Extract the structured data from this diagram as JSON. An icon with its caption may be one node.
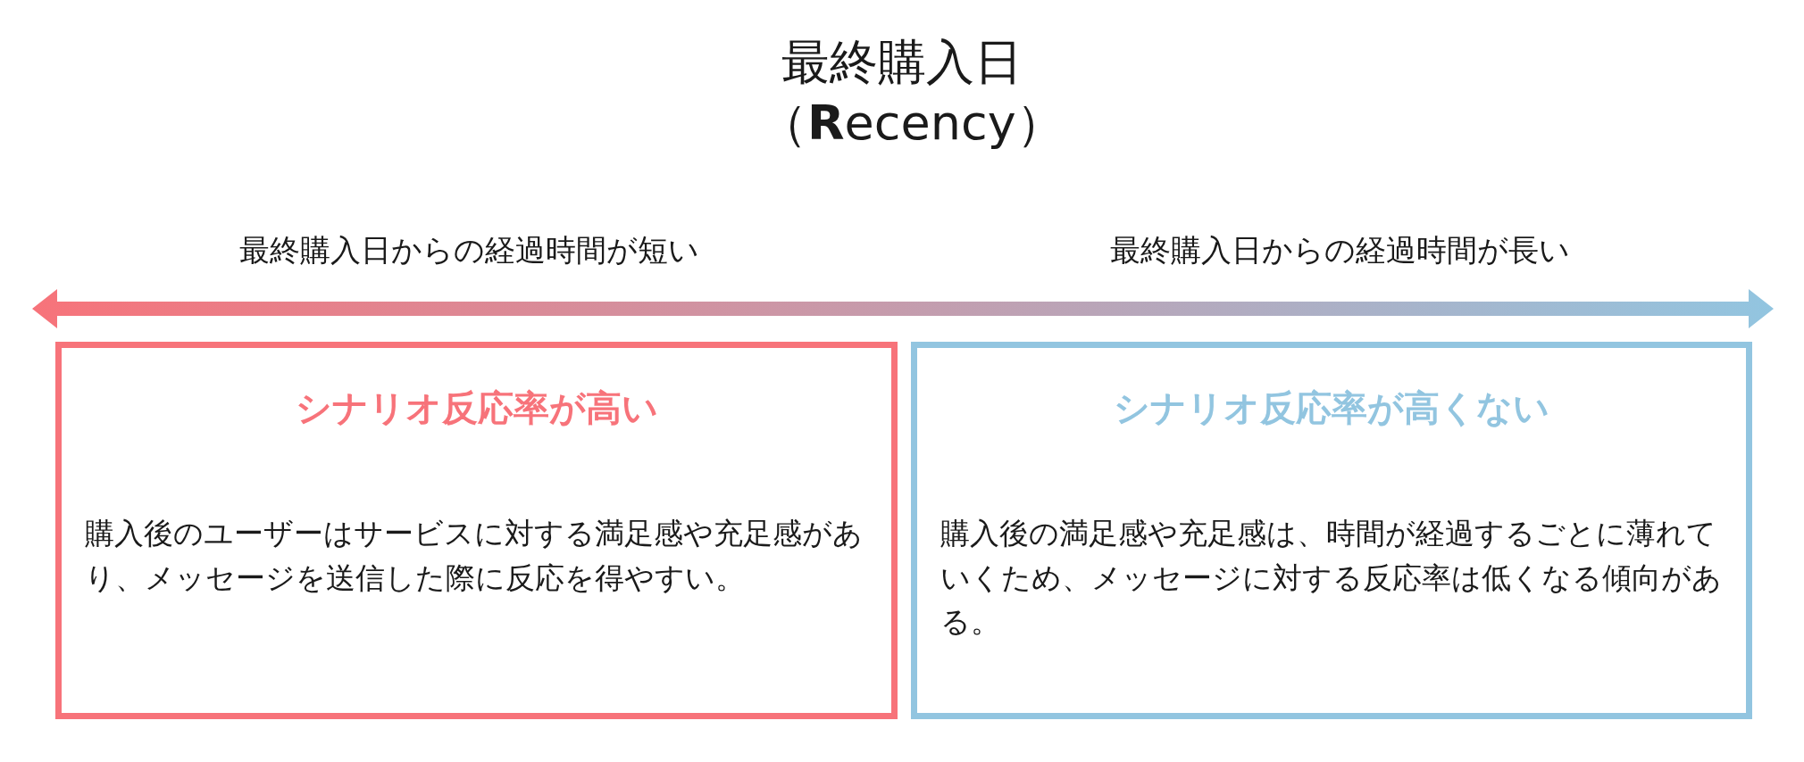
{
  "diagram": {
    "title": "最終購入日（**R**ecency）",
    "nodes": [
      {
        "text": [
          "シナリオ反応率が高い",
          "購入後のユーザーはサービスに対する満足感や充足感があり、メッセージを送信した際に反応を得やすい。"
        ]
      },
      {
        "text": [
          "シナリオ反応率が高くない",
          "購入後の満足感や充足感は、時間が経過するごとに薄れていくため、メッセージに対する反応率は低くなる傾向がある。"
        ]
      }
    ],
    "labels": [
      "最終購入日からの経過時間が短い",
      "最終購入日からの経過時間が長い"
    ]
  }
}
